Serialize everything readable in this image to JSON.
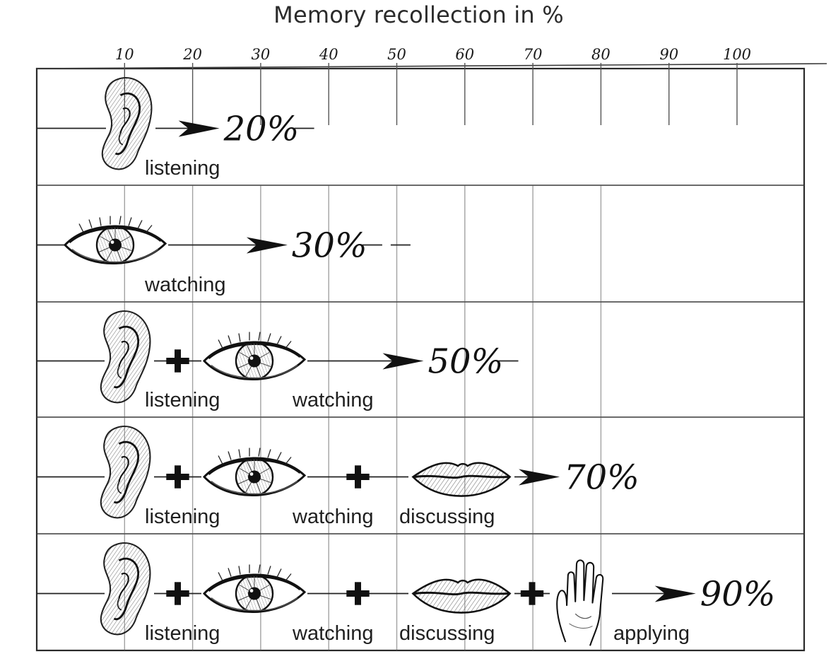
{
  "title": "Memory recollection in %",
  "axis_ticks": [
    "10",
    "20",
    "30",
    "40",
    "50",
    "60",
    "70",
    "80",
    "90",
    "100"
  ],
  "rows": [
    {
      "value": 20,
      "percent_label": "20%",
      "activities": [
        "listening"
      ]
    },
    {
      "value": 30,
      "percent_label": "30%",
      "activities": [
        "watching"
      ]
    },
    {
      "value": 50,
      "percent_label": "50%",
      "activities": [
        "listening",
        "watching"
      ]
    },
    {
      "value": 70,
      "percent_label": "70%",
      "activities": [
        "listening",
        "watching",
        "discussing"
      ]
    },
    {
      "value": 90,
      "percent_label": "90%",
      "activities": [
        "listening",
        "watching",
        "discussing",
        "applying"
      ]
    }
  ],
  "icons": {
    "listening": "ear-icon",
    "watching": "eye-icon",
    "discussing": "lips-icon",
    "applying": "hand-icon",
    "plus": "plus-icon",
    "arrow": "arrow-icon"
  },
  "colors": {
    "ink": "#1a1a1a",
    "paper": "#ffffff",
    "shade": "#8a8a8a"
  }
}
